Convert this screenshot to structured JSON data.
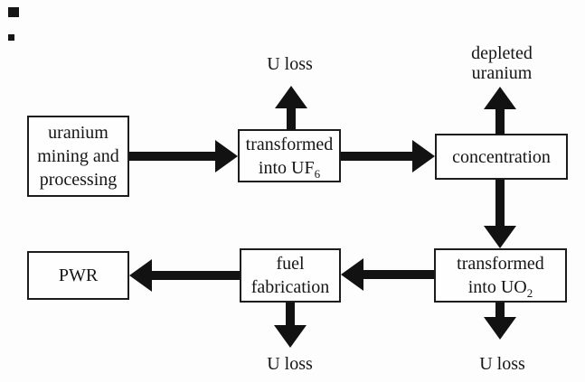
{
  "figure": {
    "type": "flowchart",
    "subject": "nuclear fuel cycle from uranium mining to PWR",
    "background_color": "#fdfdfd",
    "line_color": "#121212",
    "box_border_color": "#1c1c1c"
  },
  "boxes": {
    "mining": {
      "lines": [
        "uranium",
        "mining and",
        "processing"
      ]
    },
    "uf6": {
      "line1": "transformed",
      "line2_main": "into UF",
      "line2_sub": "6"
    },
    "concentration": {
      "label": "concentration"
    },
    "uo2": {
      "line1": "transformed",
      "line2_main": "into UO",
      "line2_sub": "2"
    },
    "fuel": {
      "lines": [
        "fuel",
        "fabrication"
      ]
    },
    "pwr": {
      "label": "PWR"
    }
  },
  "labels": {
    "u_loss_top": "U loss",
    "depleted": {
      "lines": [
        "depleted",
        "uranium"
      ]
    },
    "u_loss_bottom_left": "U loss",
    "u_loss_bottom_right": "U loss"
  },
  "connections": [
    "mining -> uf6",
    "uf6 -> concentration",
    "uf6 -> u_loss_top",
    "concentration -> depleted_uranium",
    "concentration -> uo2",
    "uo2 -> fuel_fabrication",
    "fuel_fabrication -> pwr",
    "fuel_fabrication -> u_loss_bottom_left",
    "uo2 -> u_loss_bottom_right"
  ]
}
